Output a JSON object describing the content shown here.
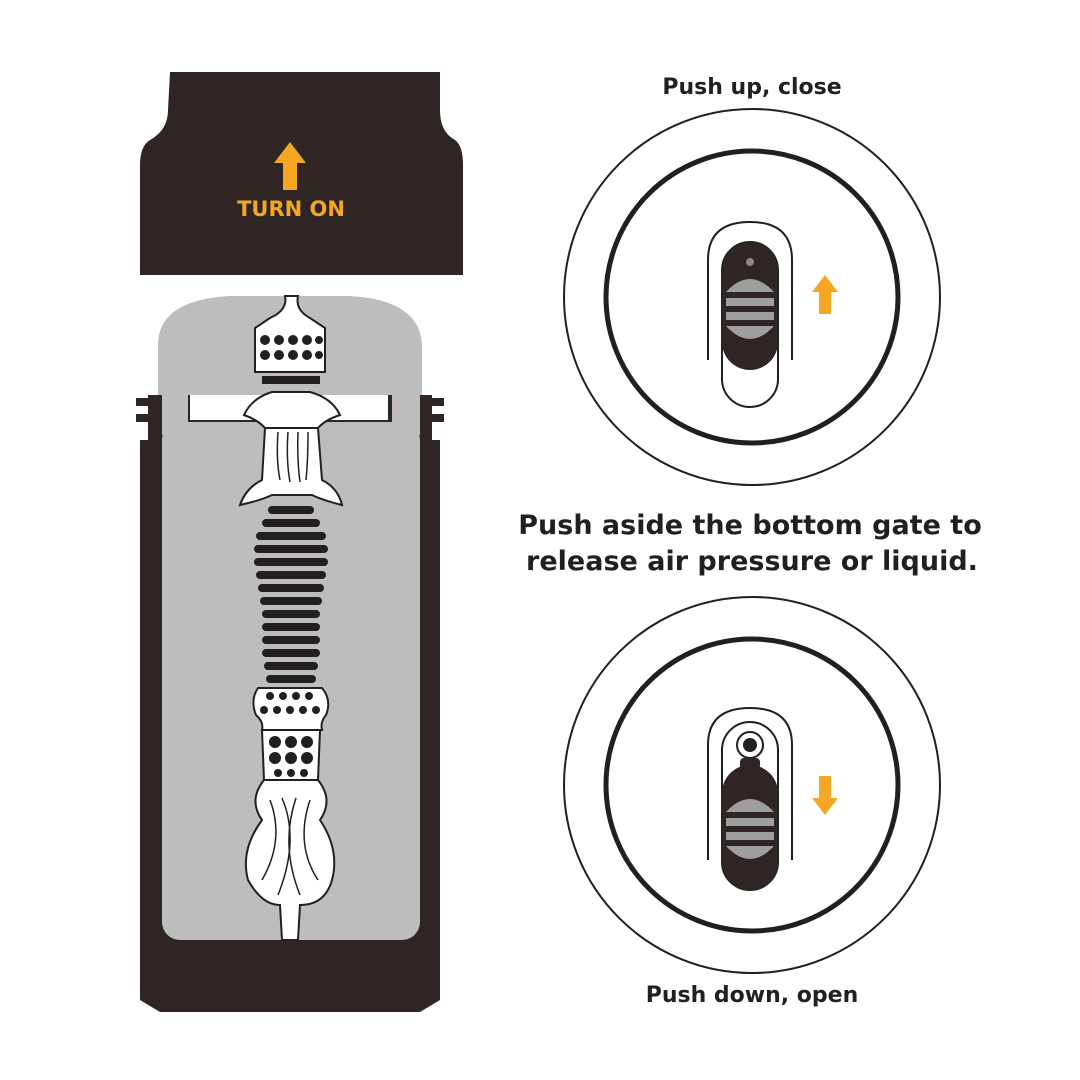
{
  "colors": {
    "dark": "#2f2524",
    "accent": "#f5a623",
    "sleeve_gray": "#bdbdbd",
    "white": "#ffffff",
    "line": "#231f20"
  },
  "cap": {
    "label": "TURN ON",
    "icon": "arrow-up-icon"
  },
  "top_switch": {
    "caption": "Push up, close",
    "icon": "arrow-up-icon"
  },
  "middle_note": {
    "line1": "Push aside the bottom gate to",
    "line2": "release air pressure or liquid."
  },
  "bottom_switch": {
    "caption": "Push down, open",
    "icon": "arrow-down-icon"
  }
}
